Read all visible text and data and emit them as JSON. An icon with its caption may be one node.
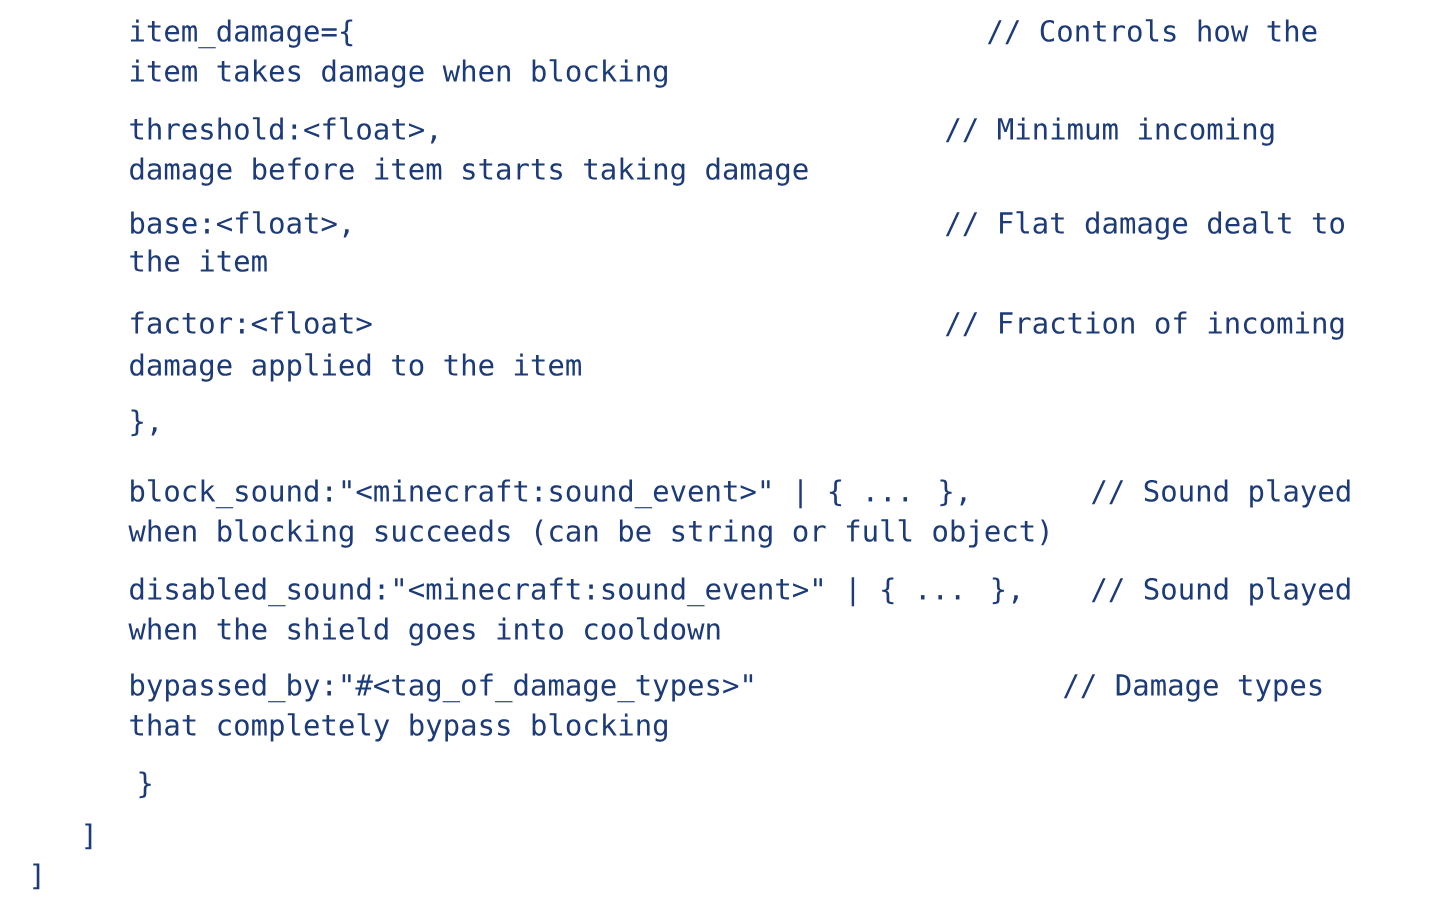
{
  "diagram": {
    "labels": [
      "item_damage={",
      "// Controls how the",
      "item takes damage when blocking",
      "threshold:<float>,",
      "// Minimum incoming",
      "damage before item starts taking damage",
      "base:<float>,",
      "// Flat damage dealt to",
      "the item",
      "factor:<float>",
      "// Fraction of incoming",
      "damage applied to the item",
      "},",
      "block_sound:\"<minecraft:sound_event>\" | { ... },",
      "// Sound played",
      "when blocking succeeds (can be string or full object)",
      "disabled_sound:\"<minecraft:sound_event>\" | { ... },",
      "// Sound played",
      "when the shield goes into cooldown",
      "bypassed_by:\"#<tag_of_damage_types>\"",
      "// Damage types",
      "that completely bypass blocking",
      "}",
      "]",
      "]"
    ]
  }
}
